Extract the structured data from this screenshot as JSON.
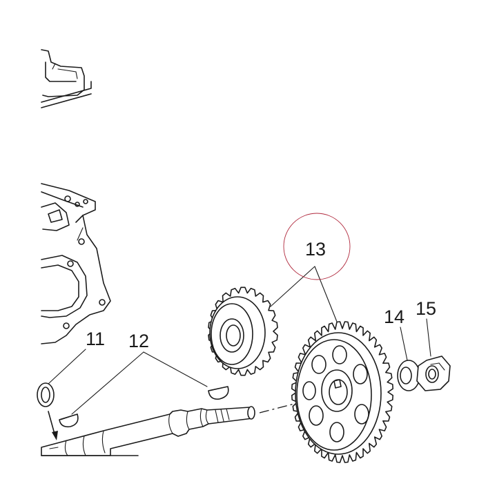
{
  "diagram": {
    "callouts": [
      {
        "id": "11",
        "label": "11"
      },
      {
        "id": "12",
        "label": "12"
      },
      {
        "id": "13",
        "label": "13"
      },
      {
        "id": "14",
        "label": "14"
      },
      {
        "id": "15",
        "label": "15"
      }
    ],
    "highlight_color": "#b0283c",
    "line_color": "#1a1a1a"
  }
}
